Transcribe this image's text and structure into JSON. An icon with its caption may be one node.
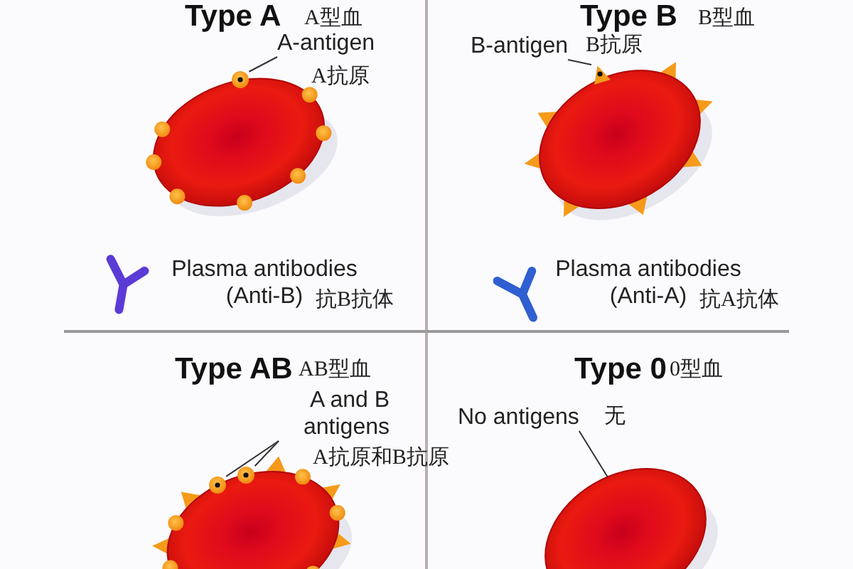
{
  "diagram": {
    "nodes": [
      {
        "text": [
          "A-antigen",
          "A抗原"
        ]
      },
      {
        "text": [],
        "shape": "circle"
      },
      {
        "text": [
          "B-antigen",
          "B抗原"
        ]
      },
      {
        "text": [],
        "shape": "spike"
      },
      {
        "text": [
          "A and B antigens",
          "A抗原和B抗原"
        ]
      },
      {
        "text": [],
        "shape": "circle"
      },
      {
        "text": [],
        "shape": "circle"
      },
      {
        "text": [
          "No antigens",
          "无"
        ]
      },
      {
        "text": [],
        "shape": "picture"
      }
    ],
    "edges": [
      {
        "from": 0,
        "to": 1,
        "arrow": "none"
      },
      {
        "from": 2,
        "to": 3,
        "arrow": "none"
      },
      {
        "from": 4,
        "to": 5,
        "arrow": "none"
      },
      {
        "from": 4,
        "to": 6,
        "arrow": "none"
      },
      {
        "from": 7,
        "to": 8,
        "arrow": "none"
      }
    ],
    "labels": [
      "Type A",
      "A型血",
      "Type B",
      "B型血",
      "Plasma antibodies (Anti-B)",
      "抗B抗体",
      "Plasma antibodies (Anti-A)",
      "抗A抗体",
      "Type AB",
      "AB型血",
      "Type 0",
      "0型血"
    ]
  }
}
